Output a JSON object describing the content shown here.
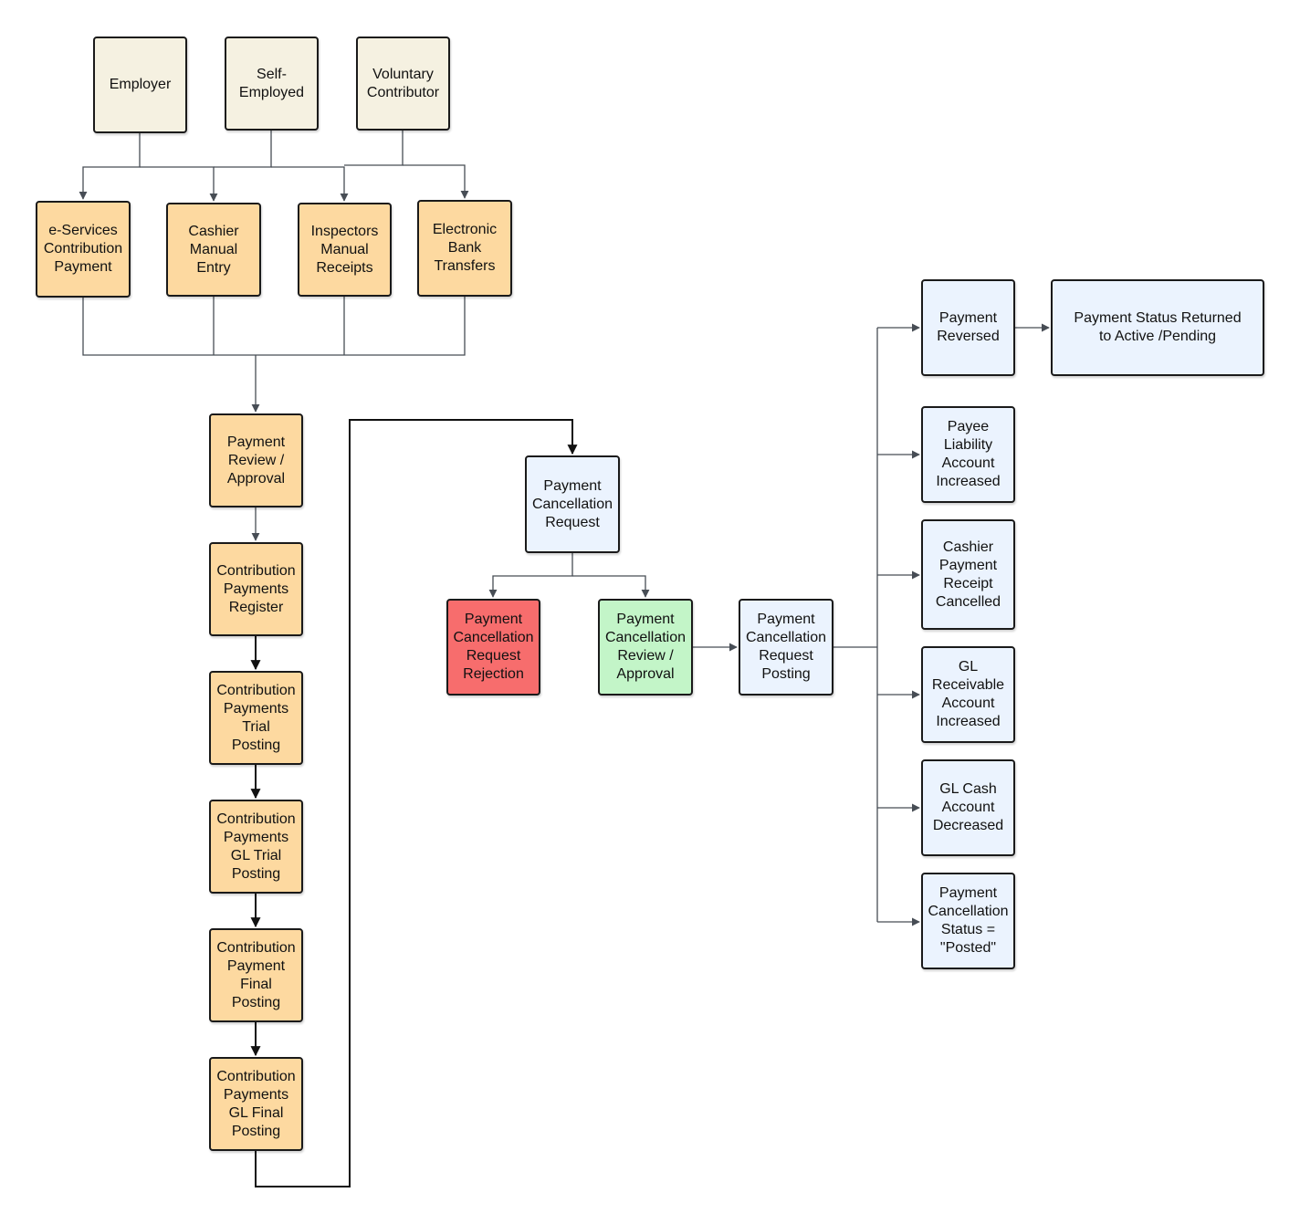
{
  "colors": {
    "source": "#f5f1e1",
    "process": "#fdd9a0",
    "cancel": "#ebf3fe",
    "reject": "#f76d6d",
    "approve": "#c3f5c8",
    "connector": "#474d55",
    "connector_bold": "#111111"
  },
  "nodes": {
    "employer": "Employer",
    "self_employed": "Self-\nEmployed",
    "voluntary_contributor": "Voluntary\nContributor",
    "e_services": "e-Services\nContribution\nPayment",
    "cashier_manual_entry": "Cashier\nManual\nEntry",
    "inspectors_manual_receipts": "Inspectors\nManual\nReceipts",
    "electronic_bank_transfers": "Electronic\nBank\nTransfers",
    "payment_review_approval": "Payment\nReview /\nApproval",
    "contribution_payments_register": "Contribution\nPayments\nRegister",
    "contribution_payments_trial_posting": "Contribution\nPayments\nTrial\nPosting",
    "contribution_payments_gl_trial_posting": "Contribution\nPayments\nGL Trial\nPosting",
    "contribution_payment_final_posting": "Contribution\nPayment\nFinal\nPosting",
    "contribution_payments_gl_final_posting": "Contribution\nPayments\nGL Final\nPosting",
    "payment_cancellation_request": "Payment\nCancellation\nRequest",
    "payment_cancellation_request_rejection": "Payment\nCancellation\nRequest\nRejection",
    "payment_cancellation_review_approval": "Payment\nCancellation\nReview /\nApproval",
    "payment_cancellation_request_posting": "Payment\nCancellation\nRequest\nPosting",
    "payment_reversed": "Payment\nReversed",
    "payment_status_returned": "Payment Status Returned\nto Active /Pending",
    "payee_liability_account_increased": "Payee\nLiability\nAccount\nIncreased",
    "cashier_payment_receipt_cancelled": "Cashier\nPayment\nReceipt\nCancelled",
    "gl_receivable_account_increased": "GL\nReceivable\nAccount\nIncreased",
    "gl_cash_account_decreased": "GL Cash\nAccount\nDecreased",
    "payment_cancellation_status_posted": "Payment\nCancellation\nStatus =\n\"Posted\""
  }
}
